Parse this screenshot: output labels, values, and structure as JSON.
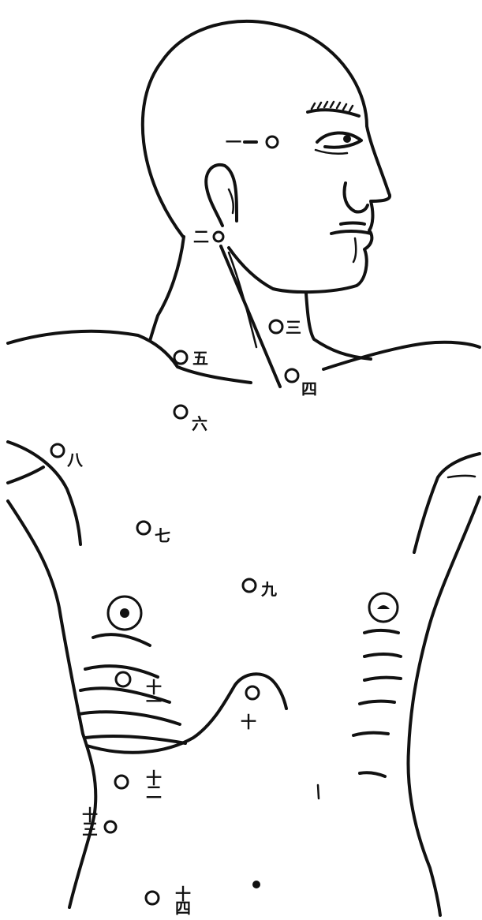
{
  "points": [
    {
      "label": "一"
    },
    {
      "label": "二"
    },
    {
      "label": "三"
    },
    {
      "label": "四"
    },
    {
      "label": "五"
    },
    {
      "label": "六"
    },
    {
      "label": "七"
    },
    {
      "label": "八"
    },
    {
      "label": "九"
    },
    {
      "label": "十"
    },
    {
      "label": "十一"
    },
    {
      "label": "十二"
    },
    {
      "label": "十三"
    },
    {
      "label": "十四"
    }
  ]
}
